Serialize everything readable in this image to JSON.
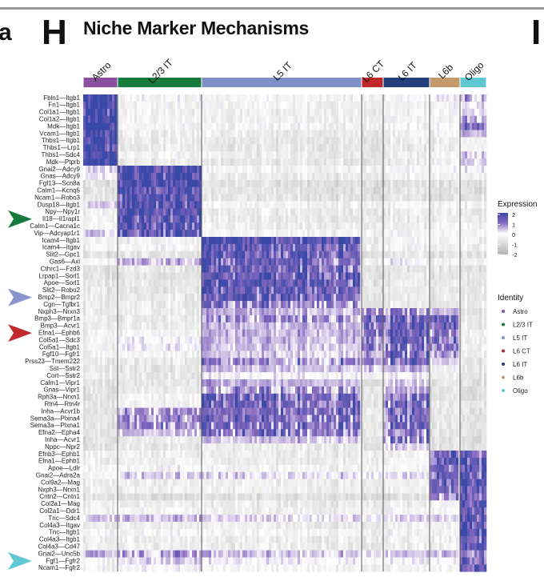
{
  "panel_labels": {
    "left_partial": "a",
    "current": "H",
    "next": "I"
  },
  "chart_data": {
    "type": "heatmap",
    "title": "Niche Marker Mechanisms",
    "column_groups": [
      {
        "name": "Astro",
        "color": "#8b4fa0"
      },
      {
        "name": "L2/3 IT",
        "color": "#167b3d"
      },
      {
        "name": "L5 IT",
        "color": "#7d8fc4"
      },
      {
        "name": "L6 CT",
        "color": "#c1272b"
      },
      {
        "name": "L6 IT",
        "color": "#233f7b"
      },
      {
        "name": "L6b",
        "color": "#c49a6b"
      },
      {
        "name": "Oligo",
        "color": "#5dc8d3"
      }
    ],
    "rows": [
      "Fbln1—Itgb1",
      "Fn1—Itgb1",
      "Col1a1—Itgb1",
      "Col1a2—Itgb1",
      "Mdk—Itgb1",
      "Vcam1—Itgb1",
      "Thbs1—Itgb1",
      "Thbs1—Lrp1",
      "Thbs1—Sdc4",
      "Mdk—Ptprb",
      "Gnai2—Adcy9",
      "Gnas—Adcy9",
      "Fgf13—Scn8a",
      "Calm1—Kcnq5",
      "Ncam1—Robo3",
      "Dusp18—Itgb1",
      "Npy—Npy1r",
      "Il18—Il1rapl1",
      "Calm1—Cacna1c",
      "Vip—Adcyap1r1",
      "Icam4—Itgb1",
      "Icam4—Itgav",
      "Slit2—Gpc1",
      "Gas6—Axl",
      "Cthrc1—Fzd3",
      "Lrpap1—Sorl1",
      "Apoe—Sorl1",
      "Slit2—Robo2",
      "Bmp2—Bmpr2",
      "Cgn—Tgfbr1",
      "Nxph3—Nrxn3",
      "Bmp3—Bmpr1a",
      "Bmp3—Acvr1",
      "Efna1—Ephb6",
      "Col5a1—Sdc3",
      "Col5a1—Itgb1",
      "Fgf10—Fgfr1",
      "Prss23—Tmem222",
      "Sst—Sstr2",
      "Cort—Sstr2",
      "Calm1—Vipr1",
      "Gnas—Vipr1",
      "Rph3a—Nrxn1",
      "Rtn4—Rtn4r",
      "Inha—Acvr1b",
      "Sema3a—Plxna4",
      "Sema3a—Plxna1",
      "Efna2—Epha4",
      "Inha—Acvr1",
      "Nppc—Npr2",
      "Efnb3—Ephb1",
      "Efna1—Ephb1",
      "Apoe—Ldlr",
      "Gnai2—Adra2a",
      "Col9a2—Mag",
      "Nxph3—Nrxn1",
      "Cntn2—Cntn1",
      "Col2a1—Mag",
      "Col2a1—Ddr1",
      "Tnc—Sdc4",
      "Col4a3—Itgav",
      "Tnc—Itgb1",
      "Col4a3—Itgb1",
      "Col4a3—Cd47",
      "Gnai2—Unc5b",
      "Fgf1—Fgfr2",
      "Ncam1—Fgfr2"
    ],
    "group_mean_expression": [
      [
        2,
        -0.2,
        -0.3,
        -0.3,
        -0.2,
        0,
        0.8
      ],
      [
        2,
        -0.3,
        -0.3,
        -0.3,
        -0.3,
        -0.2,
        0.3
      ],
      [
        1.8,
        -0.3,
        -0.4,
        -0.4,
        -0.3,
        -0.3,
        0.2
      ],
      [
        1.8,
        -0.3,
        -0.4,
        -0.4,
        -0.3,
        -0.3,
        0.8
      ],
      [
        2,
        -0.2,
        -0.3,
        -0.3,
        -0.3,
        0,
        1.2
      ],
      [
        1.8,
        -0.4,
        -0.5,
        -0.5,
        -0.4,
        -0.3,
        0.5
      ],
      [
        1.8,
        -0.5,
        -0.6,
        -0.6,
        -0.5,
        -0.5,
        -0.3
      ],
      [
        1.8,
        -0.5,
        -0.6,
        -0.6,
        -0.5,
        -0.5,
        -0.3
      ],
      [
        1.8,
        -0.3,
        -0.5,
        -0.5,
        -0.4,
        -0.3,
        0.3
      ],
      [
        2,
        -0.5,
        -0.6,
        -0.6,
        -0.5,
        -0.3,
        0.3
      ],
      [
        0.2,
        1.8,
        -0.3,
        -0.3,
        -0.2,
        -0.2,
        0
      ],
      [
        0,
        1.8,
        -0.5,
        -0.5,
        -0.3,
        -0.3,
        -0.3
      ],
      [
        -0.8,
        1.8,
        -0.8,
        -0.8,
        -0.8,
        -0.8,
        -0.8
      ],
      [
        -0.8,
        1.6,
        -0.7,
        -0.8,
        -0.7,
        -0.8,
        -0.8
      ],
      [
        -0.7,
        1.6,
        -0.7,
        -0.8,
        -0.6,
        -0.8,
        -0.7
      ],
      [
        0.3,
        1.7,
        -0.3,
        -0.3,
        -0.2,
        -0.3,
        -0.2
      ],
      [
        -0.3,
        1.6,
        -0.5,
        -0.5,
        -0.5,
        -0.5,
        -0.5
      ],
      [
        -0.3,
        1.6,
        -0.5,
        -0.5,
        -0.5,
        -0.5,
        -0.5
      ],
      [
        -0.2,
        1.5,
        -0.4,
        -0.4,
        -0.4,
        -0.4,
        -0.4
      ],
      [
        0.2,
        1.5,
        -0.3,
        -0.3,
        -0.3,
        -0.3,
        -0.3
      ],
      [
        -0.4,
        -0.2,
        1.6,
        -0.4,
        -0.3,
        -0.4,
        -0.4
      ],
      [
        -0.4,
        -0.2,
        1.4,
        -0.4,
        -0.3,
        -0.4,
        -0.4
      ],
      [
        -0.8,
        -0.6,
        1.3,
        -0.7,
        -0.6,
        -0.7,
        -0.7
      ],
      [
        -0.3,
        0.5,
        1.3,
        -0.3,
        0,
        -0.3,
        -0.3
      ],
      [
        -0.8,
        -0.6,
        1.3,
        -0.7,
        -0.6,
        -0.7,
        -0.7
      ],
      [
        -0.8,
        -0.7,
        1.4,
        -0.7,
        -0.6,
        -0.7,
        -0.7
      ],
      [
        -0.7,
        -0.6,
        1.4,
        -0.6,
        -0.5,
        -0.6,
        -0.6
      ],
      [
        -0.7,
        -0.6,
        1.4,
        -0.6,
        -0.5,
        -0.6,
        -0.6
      ],
      [
        -0.6,
        -0.5,
        1.3,
        -0.6,
        -0.5,
        -0.6,
        -0.6
      ],
      [
        -0.6,
        -0.5,
        0.8,
        -0.6,
        -0.5,
        -0.6,
        -0.6
      ],
      [
        -0.6,
        -0.5,
        0.5,
        0.8,
        0.8,
        0.4,
        -0.6
      ],
      [
        -0.5,
        -0.5,
        0.6,
        1.4,
        1.3,
        1.2,
        -0.5
      ],
      [
        -0.5,
        -0.5,
        0.5,
        1.4,
        1.3,
        1.2,
        -0.5
      ],
      [
        -0.4,
        -0.3,
        0.5,
        1.3,
        1.2,
        1,
        -0.3
      ],
      [
        -0.3,
        0,
        0.5,
        1.2,
        1.1,
        1,
        -0.3
      ],
      [
        -0.3,
        0,
        0.4,
        1.1,
        1.1,
        0.9,
        -0.3
      ],
      [
        -0.4,
        -0.3,
        0.3,
        1,
        1,
        0.6,
        -0.4
      ],
      [
        -0.6,
        -0.5,
        0.8,
        1.2,
        1,
        0.3,
        -0.6
      ],
      [
        -0.6,
        -0.6,
        0.4,
        0.6,
        0.5,
        -0.3,
        -0.6
      ],
      [
        -0.6,
        -0.6,
        0,
        0,
        0,
        -0.4,
        -0.6
      ],
      [
        -0.8,
        -0.6,
        0.5,
        -0.6,
        0.3,
        -0.7,
        -0.8
      ],
      [
        -0.8,
        -0.5,
        0.6,
        -0.6,
        0.5,
        -0.7,
        -0.8
      ],
      [
        -0.8,
        -0.3,
        1.2,
        -0.5,
        1,
        -0.7,
        -0.8
      ],
      [
        -0.7,
        -0.3,
        1.2,
        -0.5,
        1.1,
        -0.6,
        -0.7
      ],
      [
        -0.7,
        0.6,
        1.1,
        -0.5,
        1.1,
        -0.6,
        -0.7
      ],
      [
        -0.7,
        0.8,
        1.1,
        -0.5,
        1.1,
        -0.6,
        -0.7
      ],
      [
        -0.7,
        0.7,
        1,
        -0.5,
        1,
        -0.6,
        -0.7
      ],
      [
        -0.7,
        0.4,
        1,
        -0.5,
        1,
        -0.6,
        -0.7
      ],
      [
        -0.8,
        -0.5,
        0.4,
        -0.6,
        0.8,
        -0.7,
        -0.8
      ],
      [
        -0.8,
        -0.6,
        -0.5,
        -0.6,
        0.3,
        -0.7,
        -0.8
      ],
      [
        -0.5,
        -0.4,
        -0.5,
        -0.4,
        -0.3,
        1.4,
        1.2
      ],
      [
        -0.5,
        -0.4,
        -0.5,
        -0.4,
        -0.3,
        1.3,
        1.4
      ],
      [
        -0.3,
        -0.2,
        -0.3,
        -0.2,
        -0.2,
        1.3,
        1.5
      ],
      [
        -0.2,
        0.3,
        0.2,
        0.2,
        0.2,
        1.3,
        1.5
      ],
      [
        -0.5,
        -0.4,
        -0.4,
        -0.4,
        -0.3,
        1.2,
        1.6
      ],
      [
        -0.5,
        -0.4,
        -0.4,
        -0.4,
        -0.3,
        1.2,
        1.4
      ],
      [
        -0.8,
        -0.8,
        -0.8,
        -0.8,
        -0.8,
        0.8,
        1.3
      ],
      [
        -0.5,
        -0.4,
        -0.5,
        -0.5,
        -0.4,
        -0.3,
        1.6
      ],
      [
        -0.4,
        -0.2,
        -0.4,
        -0.4,
        -0.3,
        -0.2,
        1.6
      ],
      [
        0.3,
        0.5,
        0.2,
        0.2,
        0.2,
        0.2,
        1.5
      ],
      [
        -0.5,
        -0.4,
        -0.5,
        -0.5,
        -0.4,
        -0.3,
        1.6
      ],
      [
        -0.2,
        -0.2,
        -0.3,
        -0.3,
        -0.3,
        -0.2,
        1.6
      ],
      [
        -0.5,
        -0.4,
        -0.5,
        -0.5,
        -0.4,
        -0.4,
        1.6
      ],
      [
        -0.5,
        -0.4,
        -0.5,
        -0.5,
        -0.4,
        -0.4,
        1.6
      ],
      [
        0.5,
        0.6,
        0.4,
        0.4,
        0.4,
        0.4,
        1.2
      ],
      [
        -0.3,
        0.3,
        0,
        0,
        0,
        0,
        1.4
      ],
      [
        -0.3,
        0,
        -0.2,
        -0.2,
        -0.2,
        -0.2,
        1.4
      ]
    ],
    "color_scale": {
      "title": "Expression",
      "ticks": [
        "2",
        "1",
        "0",
        "-1",
        "-2"
      ],
      "range": [
        -2,
        2
      ],
      "low": "#b3b3b3",
      "mid": "#ffffff",
      "high": "#3a48a8"
    },
    "legend": {
      "title": "Identity",
      "placement": "right"
    },
    "highlighted_rows": [
      {
        "row": "Il18—Il1rapl1",
        "color": "#167b3d"
      },
      {
        "row": "Bmp2—Bmpr2",
        "color": "#8796cc"
      },
      {
        "row": "Efna1—Ephb6",
        "color": "#c1272b"
      },
      {
        "row": "Fgf1—Fgfr2",
        "color": "#5dc8d3"
      }
    ]
  }
}
